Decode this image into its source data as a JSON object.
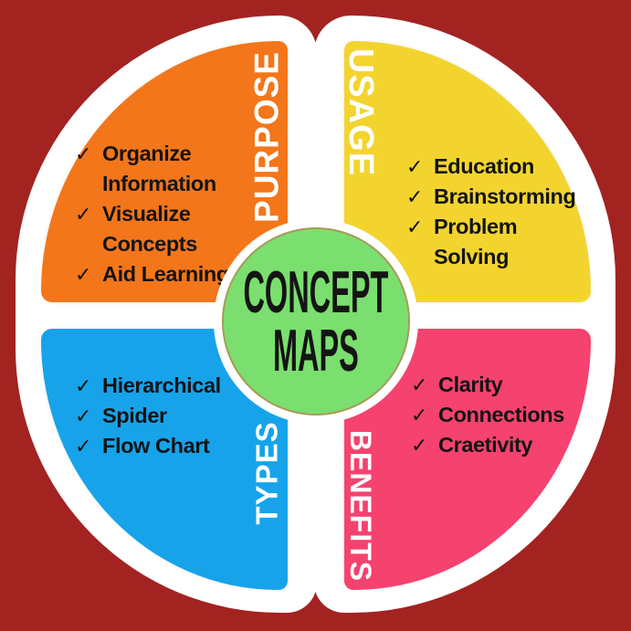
{
  "title": {
    "line1": "CONCEPT",
    "line2": "MAPS"
  },
  "checkmark": "✓",
  "colors": {
    "background": "#A32321",
    "panel": "#FFFFFF",
    "center_circle": "#7ADF6E",
    "text": "#141414",
    "label_text": "#FFFFFF"
  },
  "quadrants": [
    {
      "id": "purpose",
      "label": "PURPOSE",
      "position": "top-left",
      "color": "#F4761A",
      "items": [
        {
          "text": "Organize Information",
          "lines": [
            "Organize",
            "Information"
          ]
        },
        {
          "text": "Visualize Concepts",
          "lines": [
            "Visualize",
            "Concepts"
          ]
        },
        {
          "text": "Aid Learning",
          "lines": [
            "Aid Learning"
          ]
        }
      ]
    },
    {
      "id": "usage",
      "label": "USAGE",
      "position": "top-right",
      "color": "#F3D42F",
      "items": [
        {
          "text": "Education",
          "lines": [
            "Education"
          ]
        },
        {
          "text": "Brainstorming",
          "lines": [
            "Brainstorming"
          ]
        },
        {
          "text": "Problem Solving",
          "lines": [
            "Problem",
            "Solving"
          ]
        }
      ]
    },
    {
      "id": "types",
      "label": "TYPES",
      "position": "bottom-left",
      "color": "#17A3EA",
      "items": [
        {
          "text": "Hierarchical",
          "lines": [
            "Hierarchical"
          ]
        },
        {
          "text": "Spider",
          "lines": [
            "Spider"
          ]
        },
        {
          "text": "Flow Chart",
          "lines": [
            "Flow Chart"
          ]
        }
      ]
    },
    {
      "id": "benefits",
      "label": "BENEFITS",
      "position": "bottom-right",
      "color": "#F5426F",
      "items": [
        {
          "text": "Clarity",
          "lines": [
            "Clarity"
          ]
        },
        {
          "text": "Connections",
          "lines": [
            "Connections"
          ]
        },
        {
          "text": "Craetivity",
          "lines": [
            "Craetivity"
          ]
        }
      ]
    }
  ]
}
